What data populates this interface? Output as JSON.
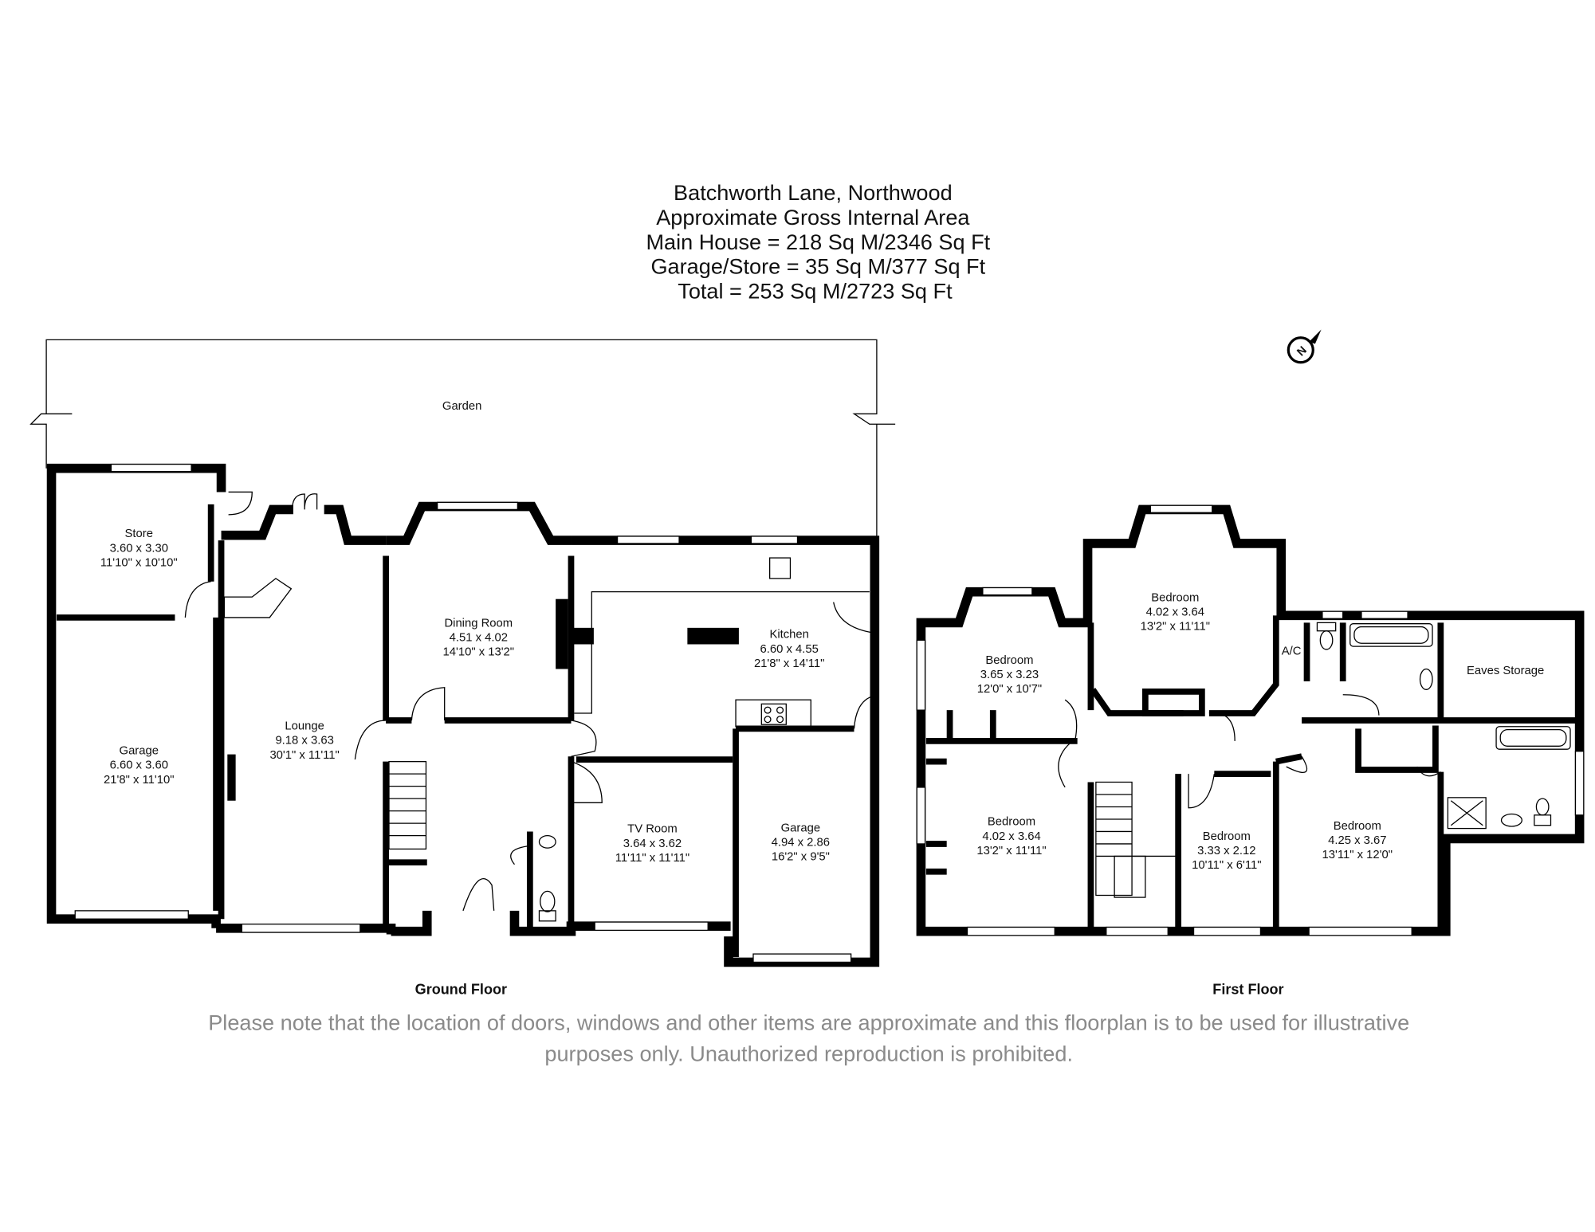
{
  "header": {
    "lines": [
      "Batchworth Lane, Northwood",
      "Approximate Gross Internal Area",
      "Main House = 218 Sq M/2346 Sq Ft",
      "Garage/Store = 35 Sq M/377 Sq Ft",
      "Total = 253 Sq M/2723 Sq Ft"
    ]
  },
  "compass": {
    "label": "N"
  },
  "ground_floor": {
    "label": "Ground Floor",
    "garden": "Garden",
    "rooms": [
      {
        "name": "Store",
        "metric": "3.60 x 3.30",
        "imperial": "11'10\" x 10'10\""
      },
      {
        "name": "Garage",
        "metric": "6.60 x 3.60",
        "imperial": "21'8\" x 11'10\""
      },
      {
        "name": "Lounge",
        "metric": "9.18 x 3.63",
        "imperial": "30'1\" x 11'11\""
      },
      {
        "name": "Dining Room",
        "metric": "4.51 x 4.02",
        "imperial": "14'10\" x 13'2\""
      },
      {
        "name": "Kitchen",
        "metric": "6.60 x 4.55",
        "imperial": "21'8\" x 14'11\""
      },
      {
        "name": "TV Room",
        "metric": "3.64 x 3.62",
        "imperial": "11'11\" x 11'11\""
      },
      {
        "name": "Garage",
        "metric": "4.94 x 2.86",
        "imperial": "16'2\" x 9'5\""
      }
    ]
  },
  "first_floor": {
    "label": "First Floor",
    "rooms": [
      {
        "name": "Bedroom",
        "metric": "3.65 x 3.23",
        "imperial": "12'0\" x 10'7\""
      },
      {
        "name": "Bedroom",
        "metric": "4.02 x 3.64",
        "imperial": "13'2\" x 11'11\""
      },
      {
        "name": "Bedroom",
        "metric": "4.02 x 3.64",
        "imperial": "13'2\" x 11'11\""
      },
      {
        "name": "Bedroom",
        "metric": "3.33 x 2.12",
        "imperial": "10'11\" x 6'11\""
      },
      {
        "name": "Bedroom",
        "metric": "4.25 x 3.67",
        "imperial": "13'11\" x 12'0\""
      }
    ],
    "ac": "A/C",
    "eaves": "Eaves Storage"
  },
  "disclaimer": [
    "Please note that the location of doors, windows and other items are approximate and this floorplan is to be used for illustrative",
    "purposes only. Unauthorized reproduction is prohibited."
  ]
}
